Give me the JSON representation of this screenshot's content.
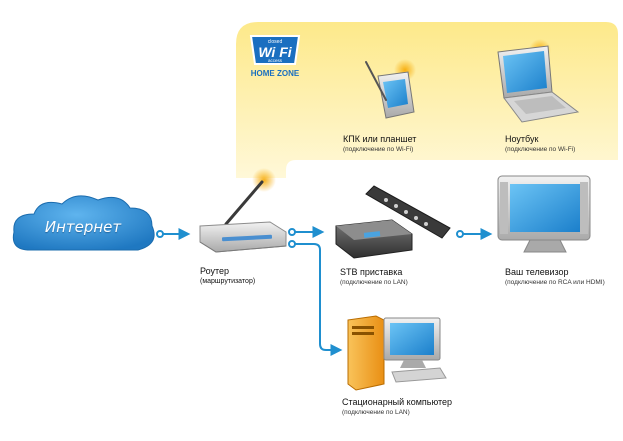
{
  "wifi_logo": {
    "top_text": "closed",
    "main_text": "Wi Fi",
    "bottom_text": "access",
    "zone_text": "HOME ZONE"
  },
  "internet": {
    "label": "Интернет"
  },
  "devices": {
    "pda": {
      "title": "КПК или планшет",
      "subtitle": "(подключение по Wi-Fi)"
    },
    "laptop": {
      "title": "Ноутбук",
      "subtitle": "(подключение по Wi-Fi)"
    },
    "router": {
      "title": "Роутер",
      "subtitle": "(маршрутизатор)"
    },
    "stb": {
      "title": "STB приставка",
      "subtitle": "(подключение по LAN)"
    },
    "tv": {
      "title": "Ваш телевизор",
      "subtitle": "(подключение по RCA или HDMI)"
    },
    "pc": {
      "title": "Стационарный компьютер",
      "subtitle": "(подключение по LAN)"
    }
  },
  "colors": {
    "wifi_zone": "#fde98a",
    "connector": "#1f8fcf",
    "cloud": "#2f8fd4",
    "screen": "#2b9ce0",
    "pc_case": "#f5a623"
  }
}
